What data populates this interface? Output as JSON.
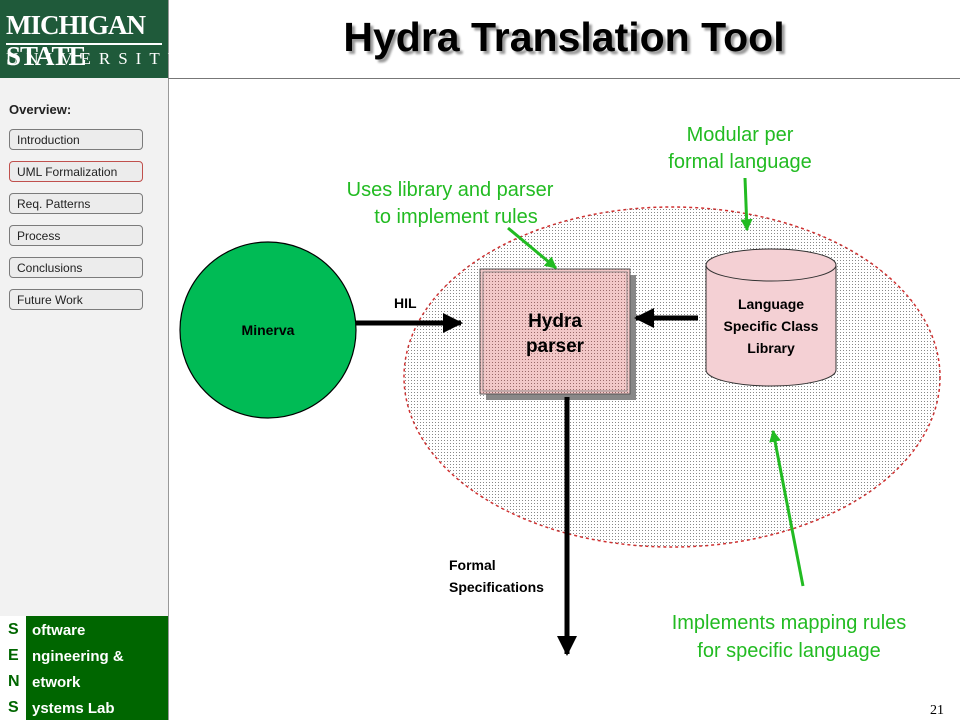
{
  "header": {
    "logo_line1": "MICHIGAN STATE",
    "logo_line2": "UNIVERSITY",
    "title": "Hydra Translation Tool"
  },
  "sidebar": {
    "overview_label": "Overview:",
    "items": [
      {
        "label": "Introduction",
        "active": false
      },
      {
        "label": "UML Formalization",
        "active": true
      },
      {
        "label": "Req. Patterns",
        "active": false
      },
      {
        "label": "Process",
        "active": false
      },
      {
        "label": "Conclusions",
        "active": false
      },
      {
        "label": "Future Work",
        "active": false
      }
    ],
    "lab": [
      {
        "letter": "S",
        "word": "oftware"
      },
      {
        "letter": "E",
        "word": "ngineering &"
      },
      {
        "letter": "N",
        "word": "etwork"
      },
      {
        "letter": "S",
        "word": "ystems Lab"
      }
    ]
  },
  "diagram": {
    "minerva": "Minerva",
    "hil": "HIL",
    "parser_line1": "Hydra",
    "parser_line2": "parser",
    "library_line1": "Language",
    "library_line2": "Specific Class",
    "library_line3": "Library",
    "formal_line1": "Formal",
    "formal_line2": "Specifications",
    "note_uses_line1": "Uses library and parser",
    "note_uses_line2": "to implement rules",
    "note_modular_line1": "Modular per",
    "note_modular_line2": "formal language",
    "note_implements_line1": "Implements mapping rules",
    "note_implements_line2": "for specific language"
  },
  "colors": {
    "callout_green": "#22bb22",
    "msu_green": "#1f5a3a",
    "lab_green": "#006600",
    "region_red": "#d03030",
    "parser_fill": "#f2c8c8",
    "library_fill": "#f4d0d4"
  },
  "footer": {
    "page_number": "21"
  }
}
